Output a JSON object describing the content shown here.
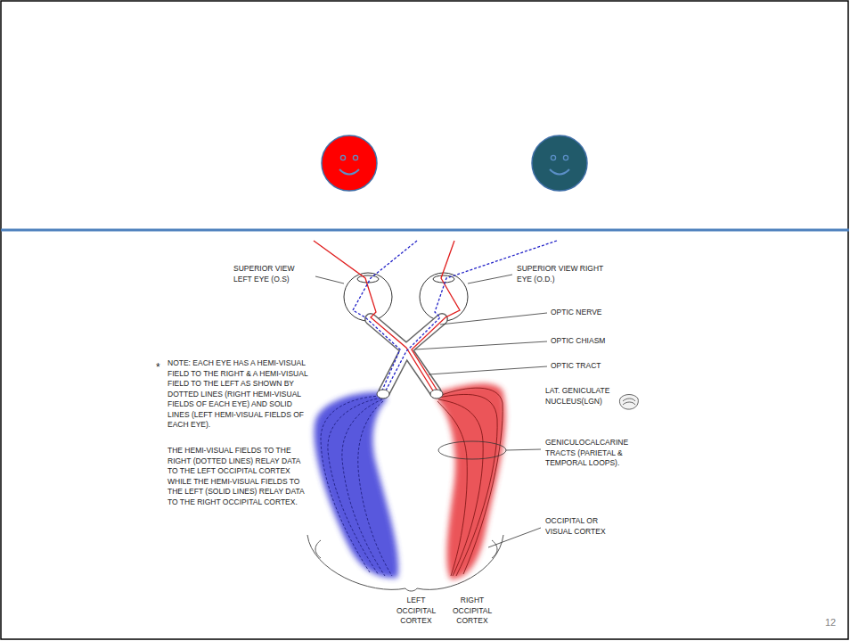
{
  "diagram": {
    "labels": [
      "SUPERIOR VIEW LEFT EYE (O.S)",
      "SUPERIOR VIEW RIGHT EYE (O.D.)",
      "OPTIC NERVE",
      "OPTIC CHIASM",
      "*",
      "NOTE: EACH EYE HAS A HEMI-VISUAL FIELD TO THE RIGHT & A HEMI-VISUAL FIELD TO THE LEFT AS SHOWN BY DOTTED LINES (RIGHT HEMI-VISUAL FIELDS OF EACH EYE) AND SOLID LINES (LEFT HEMI-VISUAL FIELDS OF EACH EYE).",
      "OPTIC TRACT",
      "LAT. GENICULATE NUCLEUS(LGN)",
      "THE HEMI-VISUAL FIELDS TO THE RIGHT (DOTTED LINES) RELAY DATA TO THE LEFT OCCIPITAL CORTEX WHILE THE HEMI-VISUAL FIELDS TO THE LEFT (SOLID LINES) RELAY DATA TO THE RIGHT OCCIPITAL CORTEX.",
      "GENICULOCALCARINE TRACTS (PARIETAL & TEMPORAL LOOPS).",
      "OCCIPITAL OR VISUAL CORTEX",
      "LEFT OCCIPITAL CORTEX",
      "RIGHT OCCIPITAL CORTEX",
      "12"
    ]
  }
}
